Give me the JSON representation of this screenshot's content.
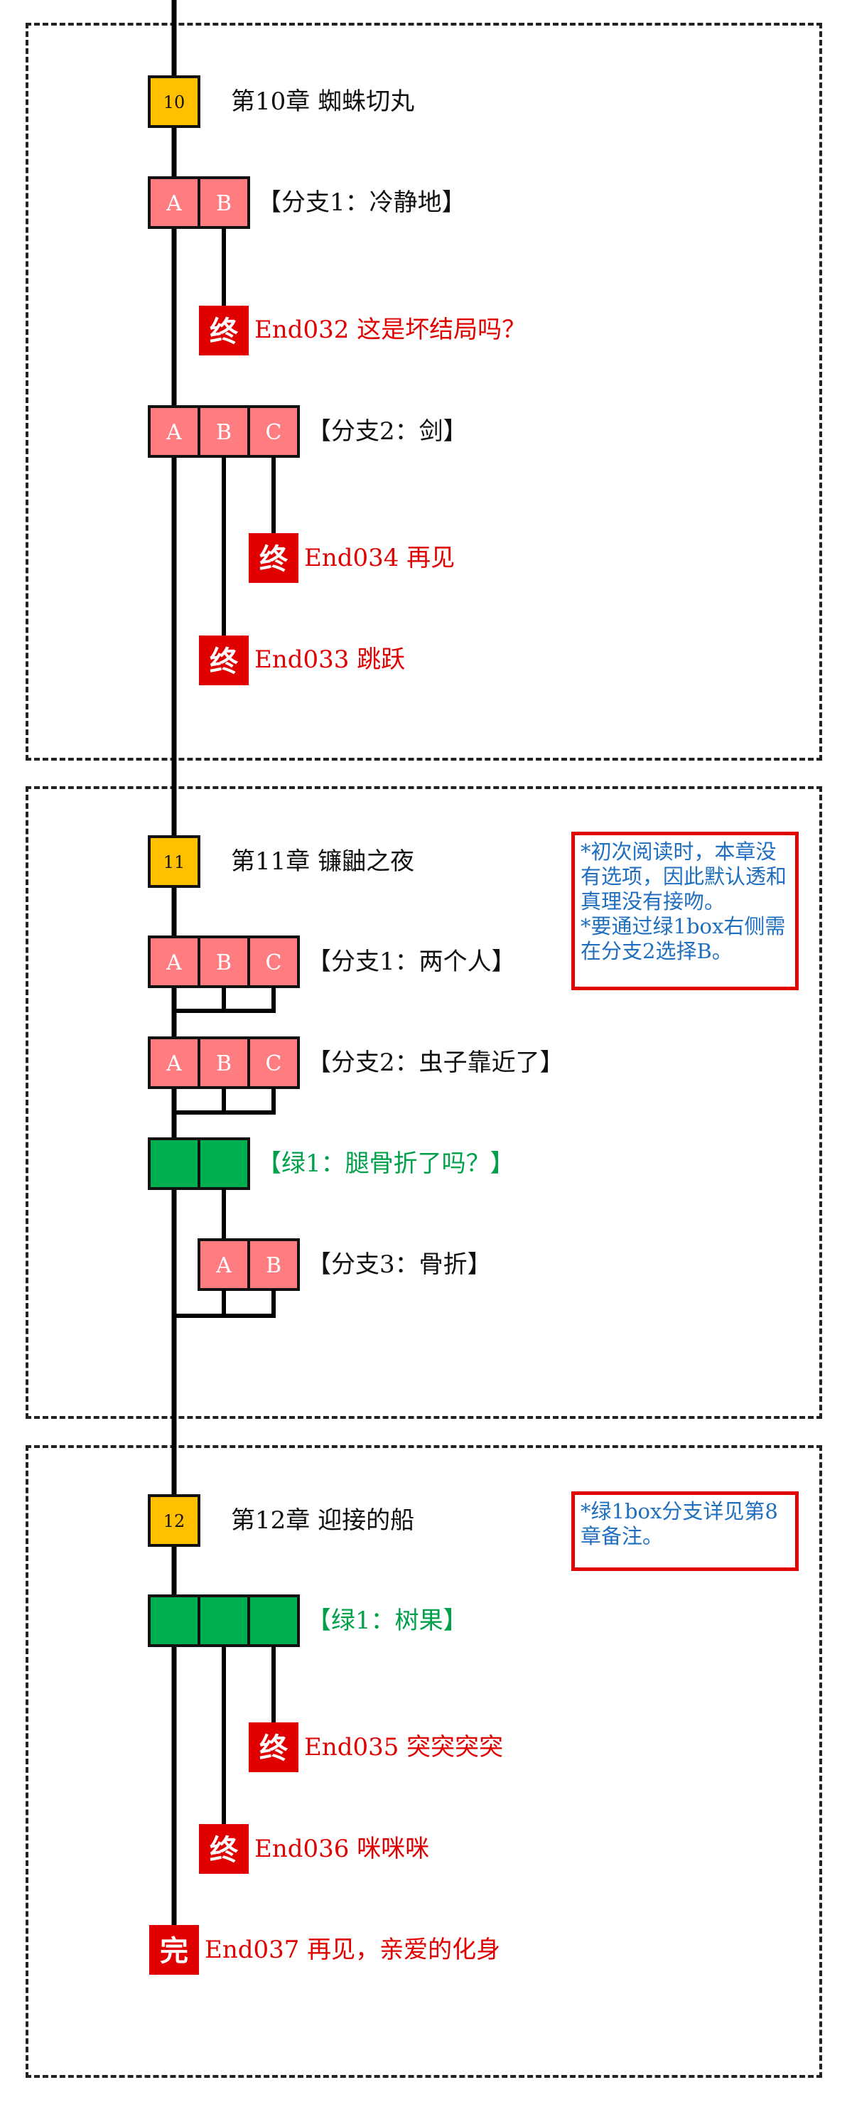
{
  "chapters": [
    {
      "id": "ch10",
      "number": "10",
      "title": "第10章 蜘蛛切丸",
      "branches": [
        {
          "id": "b1",
          "options": [
            "A",
            "B"
          ],
          "label": "【分支1：冷静地】"
        },
        {
          "id": "b2",
          "options": [
            "A",
            "B",
            "C"
          ],
          "label": "【分支2：剑】"
        }
      ],
      "endings": [
        {
          "id": "e032",
          "label": "End032 这是坏结局吗？",
          "icon": "bad-end-icon",
          "glyph": "终"
        },
        {
          "id": "e034",
          "label": "End034 再见",
          "icon": "bad-end-icon",
          "glyph": "终"
        },
        {
          "id": "e033",
          "label": "End033 跳跃",
          "icon": "bad-end-icon",
          "glyph": "终"
        }
      ]
    },
    {
      "id": "ch11",
      "number": "11",
      "title": "第11章 镰鼬之夜",
      "branches": [
        {
          "id": "b1",
          "options": [
            "A",
            "B",
            "C"
          ],
          "label": "【分支1：两个人】"
        },
        {
          "id": "b2",
          "options": [
            "A",
            "B",
            "C"
          ],
          "label": "【分支2：虫子靠近了】"
        },
        {
          "id": "g1",
          "options": [
            "",
            ""
          ],
          "label": "【绿1：腿骨折了吗？】"
        },
        {
          "id": "b3",
          "options": [
            "A",
            "B"
          ],
          "label": "【分支3：骨折】"
        }
      ],
      "note": [
        "*初次阅读时，本章没有选项，因此默认透和真理没有接吻。",
        "*要通过绿1box右侧需在分支2选择B。"
      ]
    },
    {
      "id": "ch12",
      "number": "12",
      "title": "第12章 迎接的船",
      "branches": [
        {
          "id": "g1",
          "options": [
            "",
            "",
            ""
          ],
          "label": "【绿1：树果】"
        }
      ],
      "endings": [
        {
          "id": "e035",
          "label": "End035 突突突突",
          "icon": "bad-end-icon",
          "glyph": "终"
        },
        {
          "id": "e036",
          "label": "End036 咪咪咪",
          "icon": "bad-end-icon",
          "glyph": "终"
        },
        {
          "id": "e037",
          "label": "End037 再见，亲爱的化身",
          "icon": "complete-end-icon",
          "glyph": "完"
        }
      ],
      "note": [
        "*绿1box分支详见第8章备注。"
      ]
    }
  ],
  "colors": {
    "chapter_box": "#ffc000",
    "branch_cell": "#ff7c80",
    "green_cell": "#00b050",
    "end_box": "#e00000",
    "line": "#000000",
    "note_border": "#e00000",
    "note_text": "#1f6ebf"
  }
}
